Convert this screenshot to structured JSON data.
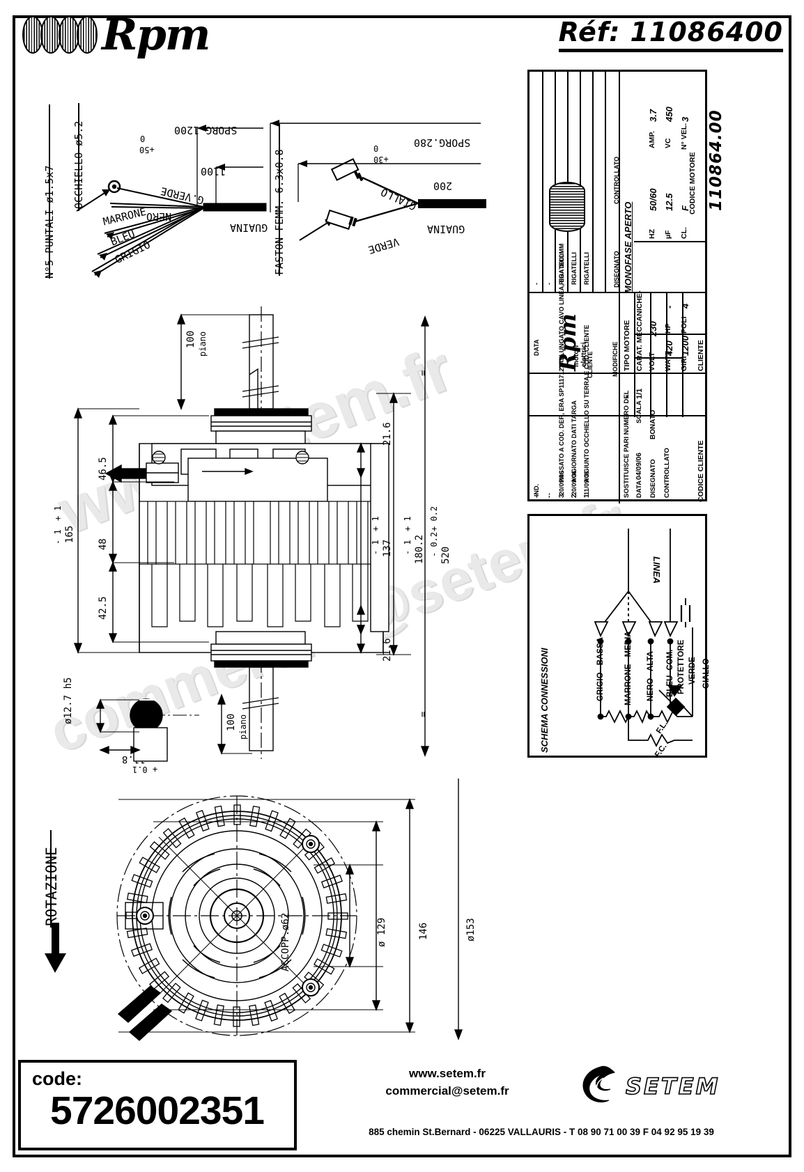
{
  "header": {
    "brand": "Rpm",
    "ref_label": "Réf:",
    "ref_value": "11086400"
  },
  "cable_detail_left": {
    "puntali_note": "N°5 PUNTALI ø1.5x7",
    "occhiello_note": "OCCHIELLO ø5.2",
    "sporg_dim": "SPORG.1200",
    "sporg_tol_plus": "+50",
    "sporg_tol_minus": "0",
    "inner_dim": "1100",
    "guaina": "GUAINA",
    "wires": [
      "G.VERDE",
      "NERO",
      "MARRONE",
      "BLEU",
      "GRIGIO"
    ]
  },
  "cable_detail_right": {
    "faston_note": "FASTON FEMM. 6.3x0.8",
    "sporg_dim": "SPORG.280",
    "sporg_tol_plus": "+30",
    "sporg_tol_minus": "0",
    "inner_dim": "200",
    "guaina": "GUAINA",
    "wires": [
      "GIALLO",
      "VERDE"
    ]
  },
  "side_view_dims": {
    "shaft_top": "100",
    "shaft_top_note": "piano",
    "shaft_bottom": "100",
    "shaft_bottom_note": "piano",
    "d46_5": "46.5",
    "d48": "48",
    "d42_5": "42.5",
    "d165": "165",
    "d165_tol_plus": "+ 1",
    "d165_tol_minus": "- 1",
    "d21_6_top": "21.6",
    "d21_6_bottom": "21.6",
    "d137": "137",
    "d137_tol_plus": "+ 1",
    "d137_tol_minus": "- 1",
    "d180_2": "180.2",
    "d180_2_tol_plus": "+ 1",
    "d180_2_tol_minus": "- 1",
    "d520": "520",
    "d520_tol_plus": "+ 0.2",
    "d520_tol_minus": "- 0.2",
    "shaft_dia": "ø12.7 h5",
    "shaft_len": "11.8",
    "shaft_len_tol_plus": "+ 0.1",
    "shaft_len_tol_minus": "- 0.1",
    "eq_top": "=",
    "eq_bottom": "="
  },
  "front_view": {
    "rotation_label": "ROTAZIONE",
    "accopp": "ACCOPP.ø62",
    "d129": "ø 129",
    "d146": "146",
    "d153": "ø153"
  },
  "title_block": {
    "revisions": [
      {
        "ind": "-",
        "data": "-",
        "modifica": "-",
        "firma": "-"
      },
      {
        "ind": "-",
        "data": "-",
        "modifica": "-",
        "firma": "-"
      },
      {
        "ind": "3",
        "data": "20/09/06",
        "modifica": "PASSATO A COD. DEF., ERA SP111712, ALLUNGATO CAVO LINEA, ERA 1000MM",
        "firma": "RIGATELLI"
      },
      {
        "ind": "2",
        "data": "20/09/06",
        "modifica": "AGGIORNATO DATI TARGA",
        "firma": "RIGATELLI"
      },
      {
        "ind": "1",
        "data": "11/09/06",
        "modifica": "AGGIUNTO OCCHIELLO SU TERRA E COD. CLIENTE",
        "firma": "RIGATELLI"
      }
    ],
    "col_headers": {
      "ind": "IND.",
      "data": "DATA",
      "modifiche": "MODIFICHE",
      "cliente": "CLIENTE",
      "disegnato": "DISEGNATO",
      "controllato": "CONTROLLATO"
    },
    "brand": "Rpm",
    "brand_sub": "motori elettrici",
    "tipo_motore_label": "TIPO MOTORE",
    "tipo_motore_value": "MONOFASE APERTO",
    "carat_label": "CARAT. MECCANICHE",
    "carat_value": "-",
    "specs": [
      {
        "k1": "VOLT",
        "v1": "230",
        "k2": "HZ",
        "v2": "50/60",
        "k3": "AMP.",
        "v3": "3.7"
      },
      {
        "k1": "WATT",
        "v1": "420",
        "k2": "µF",
        "v2": "12.5",
        "k3": "VC",
        "v3": "450"
      },
      {
        "k1": "HP",
        "v1": "-",
        "k2": "CL.",
        "v2": "F",
        "k3": "N° VEL.",
        "v3": "3"
      },
      {
        "k1": "GIRI",
        "v1": "1200",
        "k2": "POLI",
        "v2": "4",
        "k3": "",
        "v3": ""
      }
    ],
    "cliente_label": "CLIENTE",
    "codice_cliente_label": "CODICE CLIENTE",
    "codice_motore_label": "CODICE MOTORE",
    "codice_motore_value": "110864.00",
    "sostituisce_label": "SOSTITUISCE PARI NUMERO DEL",
    "sostituisce_value": "-",
    "data_label": "DATA",
    "data_value": "04/09/06",
    "scala_label": "SCALA",
    "scala_value": "1/1",
    "disegnato_label": "DISEGNATO",
    "disegnato_value": "BONATO",
    "controllato_label": "CONTROLLATO",
    "controllato_value": ""
  },
  "schema": {
    "title": "SCHEMA CONNESSIONI",
    "linea": "LINEA",
    "taps": [
      "GRIGIO - BASSA",
      "MARRONE - MEDIA",
      "NERO - ALTA",
      "BLEU -COM."
    ],
    "protettore": "PROTETTORE",
    "verde": "VERDE",
    "giallo": "GIALLO",
    "fl": "F.L.",
    "fc": "F.C."
  },
  "footer": {
    "code_label": "code:",
    "code_value": "5726002351",
    "website": "www.setem.fr",
    "email": "commercial@setem.fr",
    "address": "885 chemin St.Bernard  -   06225 VALLAURIS  -  T 08 90 71 00 39   F 04 92 95 19 39",
    "logo_text": "SETEM"
  },
  "watermarks": {
    "line1": "www.setem.fr",
    "line2": "commercial@setem.fr"
  }
}
